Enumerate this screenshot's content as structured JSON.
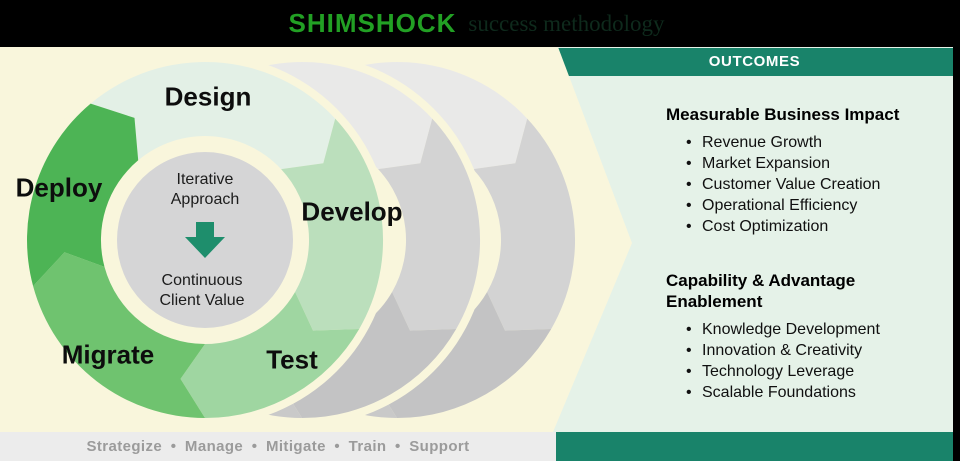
{
  "header": {
    "brand": "SHIMSHOCK",
    "tagline": "success methodology"
  },
  "outcomes_panel": {
    "title": "OUTCOMES",
    "sections": [
      {
        "heading": "Measurable Business Impact",
        "items": [
          "Revenue Growth",
          "Market Expansion",
          "Customer Value Creation",
          "Operational Efficiency",
          "Cost Optimization"
        ]
      },
      {
        "heading": "Capability & Advantage Enablement",
        "items": [
          "Knowledge Development",
          "Innovation & Creativity",
          "Technology Leverage",
          "Scalable Foundations"
        ]
      }
    ]
  },
  "cycle": {
    "segments": [
      {
        "label": "Design",
        "color": "#e3f0e6"
      },
      {
        "label": "Develop",
        "color": "#bbdfbc"
      },
      {
        "label": "Test",
        "color": "#9fd6a1"
      },
      {
        "label": "Migrate",
        "color": "#6fc36f"
      },
      {
        "label": "Deploy",
        "color": "#4db455"
      }
    ],
    "echo_ring_colors": [
      "#e9e9e8",
      "#d3d3d3",
      "#c3c3c4",
      "#c9c9c9",
      "#d9d9d9"
    ],
    "center": {
      "line1": "Iterative Approach",
      "line2": "Continuous Client Value",
      "arrow": "down-arrow",
      "arrow_color": "#1e8e6c"
    },
    "background_color": "#f9f6dc",
    "hub_color": "#d5d5d6"
  },
  "footer": {
    "text": "Strategize • Manage • Mitigate • Train • Support"
  },
  "colors": {
    "accent_teal": "#19836a",
    "panel_bg": "#e5f2e8",
    "bar_gray": "#ececec",
    "header_black": "#000000"
  }
}
